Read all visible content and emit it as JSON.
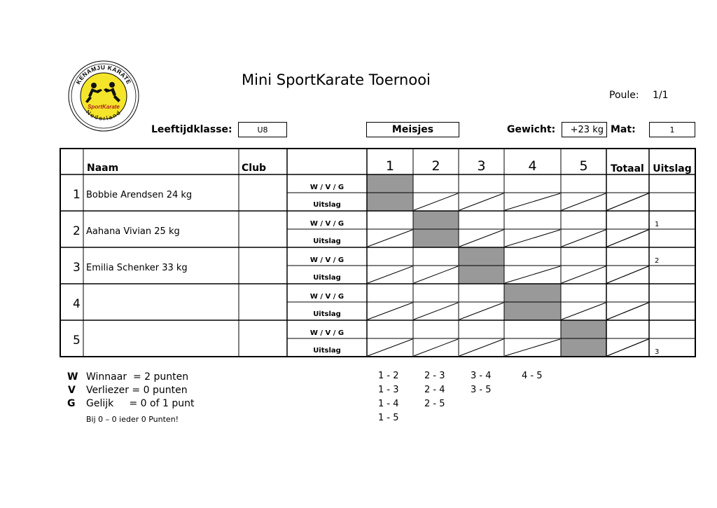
{
  "logo": {
    "top_text": "KENAMJU KARATE",
    "center_text": "SportKarate",
    "bottom_text": "Nederland"
  },
  "header": {
    "title": "Mini SportKarate Toernooi",
    "poule_label": "Poule:",
    "poule_value": "1/1",
    "leeftijd_label": "Leeftijdklasse:",
    "leeftijd_value": "U8",
    "geslacht_value": "Meisjes",
    "gewicht_label": "Gewicht:",
    "gewicht_value": "+23  kg",
    "mat_label": "Mat:",
    "mat_value": "1"
  },
  "table": {
    "headers": {
      "naam": "Naam",
      "club": "Club",
      "totaal": "Totaal",
      "uitslag": "Uitslag"
    },
    "columns": [
      "1",
      "2",
      "3",
      "4",
      "5"
    ],
    "row_label_top": "W / V / G",
    "row_label_bottom": "Uitslag",
    "rows": [
      {
        "num": "1",
        "name": "Bobbie Arendsen 24 kg",
        "club": "",
        "uitslag_top": "",
        "uitslag_bottom": ""
      },
      {
        "num": "2",
        "name": "Aahana Vivian 25 kg",
        "club": "",
        "uitslag_top": "1",
        "uitslag_bottom": ""
      },
      {
        "num": "3",
        "name": "Emilia Schenker 33 kg",
        "club": "",
        "uitslag_top": "2",
        "uitslag_bottom": ""
      },
      {
        "num": "4",
        "name": "",
        "club": "",
        "uitslag_top": "",
        "uitslag_bottom": ""
      },
      {
        "num": "5",
        "name": "",
        "club": "",
        "uitslag_top": "",
        "uitslag_bottom": "3"
      }
    ]
  },
  "legend": {
    "items": [
      {
        "letter": "W",
        "text": "Winnaar  = 2 punten"
      },
      {
        "letter": "V",
        "text": "Verliezer = 0 punten"
      },
      {
        "letter": "G",
        "text": "Gelijk     = 0 of 1 punt"
      }
    ],
    "note": "Bij 0 – 0 ieder 0 Punten!"
  },
  "pairings": [
    [
      "1 - 2",
      "1 - 3",
      "1 - 4",
      "1 - 5"
    ],
    [
      "2 - 3",
      "2 - 4",
      "2 - 5"
    ],
    [
      "3 - 4",
      "3 - 5"
    ],
    [
      "4 - 5"
    ]
  ],
  "colors": {
    "shade": "#999999",
    "logo_yellow": "#f5e52a"
  }
}
